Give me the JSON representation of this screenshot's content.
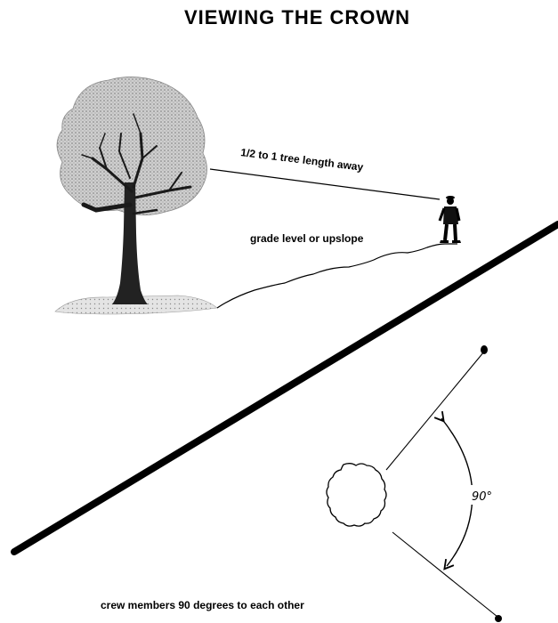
{
  "title": "VIEWING THE CROWN",
  "labels": {
    "distance": "1/2 to 1 tree length away",
    "grade": "grade level or upslope",
    "angle": "90°",
    "caption": "crew members 90 degrees to each other"
  }
}
